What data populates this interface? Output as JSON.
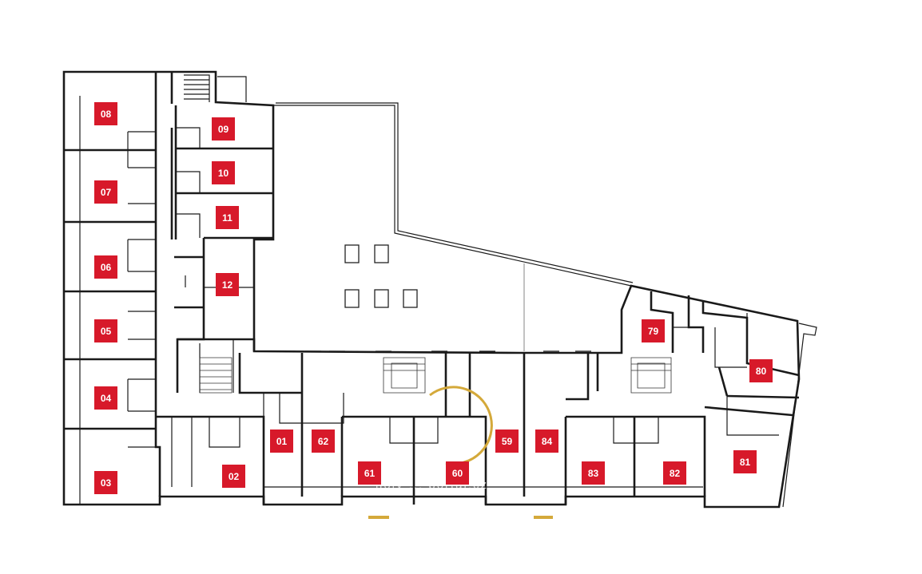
{
  "units": [
    {
      "id": "08",
      "label": "08"
    },
    {
      "id": "07",
      "label": "07"
    },
    {
      "id": "06",
      "label": "06"
    },
    {
      "id": "05",
      "label": "05"
    },
    {
      "id": "04",
      "label": "04"
    },
    {
      "id": "03",
      "label": "03"
    },
    {
      "id": "09",
      "label": "09"
    },
    {
      "id": "10",
      "label": "10"
    },
    {
      "id": "11",
      "label": "11"
    },
    {
      "id": "12",
      "label": "12"
    },
    {
      "id": "02",
      "label": "02"
    },
    {
      "id": "01",
      "label": "01"
    },
    {
      "id": "62",
      "label": "62"
    },
    {
      "id": "61",
      "label": "61"
    },
    {
      "id": "60",
      "label": "60"
    },
    {
      "id": "59",
      "label": "59"
    },
    {
      "id": "84",
      "label": "84"
    },
    {
      "id": "83",
      "label": "83"
    },
    {
      "id": "82",
      "label": "82"
    },
    {
      "id": "81",
      "label": "81"
    },
    {
      "id": "79",
      "label": "79"
    },
    {
      "id": "80",
      "label": "80"
    }
  ],
  "colors": {
    "unit_tag": "#d7192a",
    "logo": "#d4a93a",
    "walls": "#1a1a1a"
  },
  "logo": {
    "icon": "circle-logo-mark"
  },
  "watermark": {
    "text": "holy ... portal.cz"
  }
}
